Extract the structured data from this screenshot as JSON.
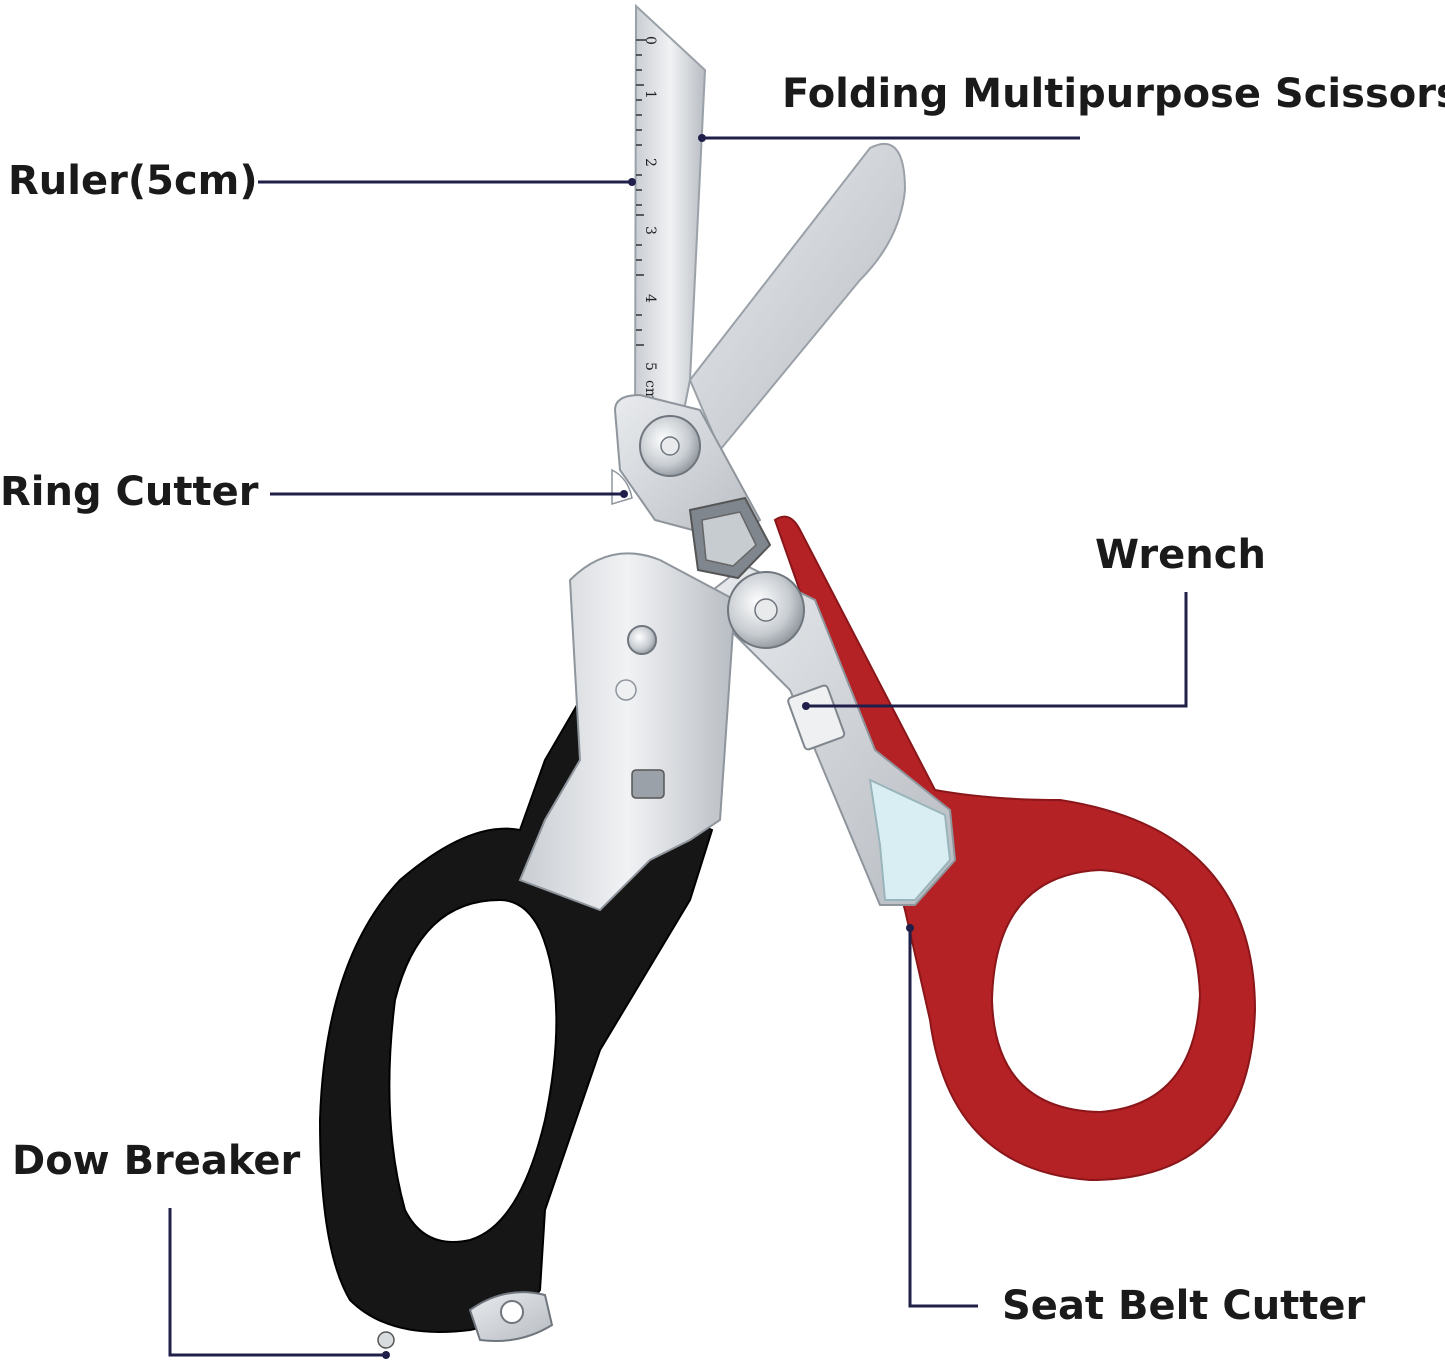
{
  "labels": {
    "folding_scissors": "Folding Multipurpose Scissors",
    "ruler": "Ruler(5cm)",
    "ring_cutter": "Ring Cutter",
    "wrench": "Wrench",
    "dow_breaker": "Dow Breaker",
    "seat_belt_cutter": "Seat Belt Cutter"
  },
  "ruler_marks": {
    "n0": "0",
    "n1": "1",
    "n2": "2",
    "n3": "3",
    "n4": "4",
    "n5": "5",
    "unit": "cm"
  },
  "colors": {
    "leader_line": "#1f1f4a",
    "label_text": "#1a1a1a",
    "steel": "#d9dcdf",
    "steel_dark": "#8e959c",
    "red_handle": "#b52226",
    "black_handle": "#161616"
  }
}
